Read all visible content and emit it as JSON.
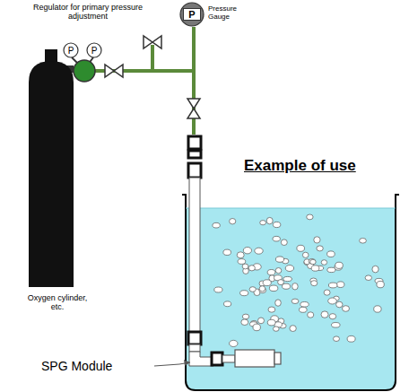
{
  "diagram": {
    "title": "Example of use",
    "nodes": [
      {
        "text": [
          "P"
        ]
      },
      {
        "text": [
          "P"
        ]
      },
      {
        "text": [
          "P",
          "Pressure Gauge"
        ]
      }
    ],
    "labels": [
      "Regulator for primary pressure adjustment",
      "Oxygen cylinder, etc.",
      "SPG Module"
    ]
  }
}
